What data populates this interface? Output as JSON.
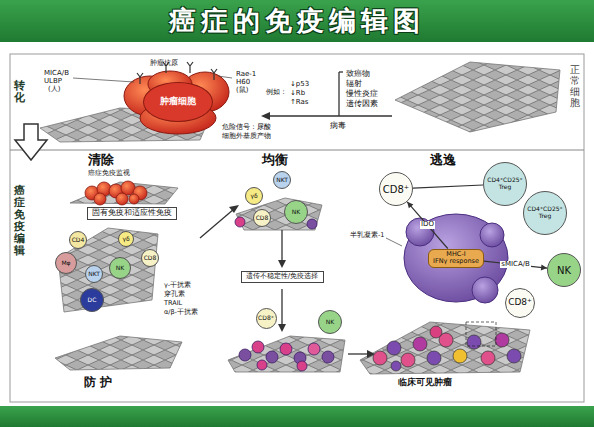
{
  "diagram": {
    "title": "癌症的免疫编辑图",
    "nodes": [
      {
        "text": [
          "肿瘤细胞"
        ]
      },
      {
        "text": [
          "固有免疫和适应性免疫"
        ]
      },
      {
        "text": [
          "CD4"
        ]
      },
      {
        "text": [
          "Mφ"
        ]
      },
      {
        "text": [
          "NKT"
        ]
      },
      {
        "text": [
          "γδ"
        ]
      },
      {
        "text": [
          "NK"
        ]
      },
      {
        "text": [
          "DC"
        ]
      },
      {
        "text": [
          "CD8"
        ]
      },
      {
        "text": [
          "γδ"
        ]
      },
      {
        "text": [
          "NKT"
        ]
      },
      {
        "text": [
          "CD8"
        ]
      },
      {
        "text": [
          "NK"
        ]
      },
      {
        "text": [
          "遗传不稳定性/免疫选择"
        ]
      },
      {
        "text": [
          "CD8⁺"
        ]
      },
      {
        "text": [
          "NK"
        ]
      },
      {
        "text": [
          "CD8⁺"
        ]
      },
      {
        "text": [
          "CD4⁺CD25⁺ Treg"
        ]
      },
      {
        "text": [
          "CD4⁺CD25⁺ Treg"
        ]
      },
      {
        "text": [
          "MHC-I",
          "IFNγ response"
        ]
      },
      {
        "text": [
          "NK"
        ]
      },
      {
        "text": [
          "CD8⁺"
        ]
      }
    ],
    "edges": [
      {
        "from": 17,
        "to": 16,
        "arrow": "none"
      },
      {
        "from": 19,
        "to": 16,
        "label": "IDO",
        "arrow": "to"
      },
      {
        "from": 19,
        "to": 20,
        "label": "sMICA/B",
        "arrow": "to"
      }
    ],
    "labels": [
      "转化",
      "正常细胞",
      "MICA/B",
      "ULBP",
      "(人)",
      "肿瘤抗原",
      "Rae-1",
      "H60",
      "(鼠)",
      "危险信号：尿酸",
      "细胞外基质产物",
      "例如：",
      "↓p53",
      "↓Rb",
      "↑Ras",
      "致癌物",
      "辐射",
      "慢性炎症",
      "遗传因素",
      "病毒",
      "癌症免疫编辑",
      "清除",
      "均衡",
      "逃逸",
      "癌症免疫监视",
      "γ-干扰素",
      "穿孔素",
      "TRAIL",
      "α/β-干扰素",
      "防 护",
      "半乳凝素-1",
      "临床可见肿瘤"
    ]
  }
}
